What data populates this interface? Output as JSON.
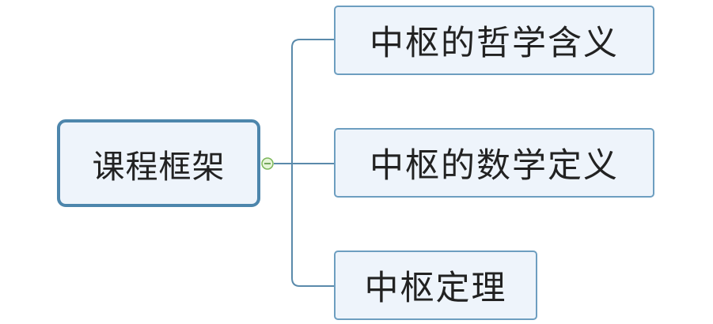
{
  "root": {
    "label": "课程框架"
  },
  "children": [
    {
      "label": "中枢的哲学含义"
    },
    {
      "label": "中枢的数学定义"
    },
    {
      "label": "中枢定理"
    }
  ],
  "colors": {
    "root_border": "#4d86ac",
    "child_border": "#6d9ec0",
    "node_fill": "#eef4fb",
    "connector": "#5a8aab",
    "collapse_toggle": "#8cc26a"
  }
}
